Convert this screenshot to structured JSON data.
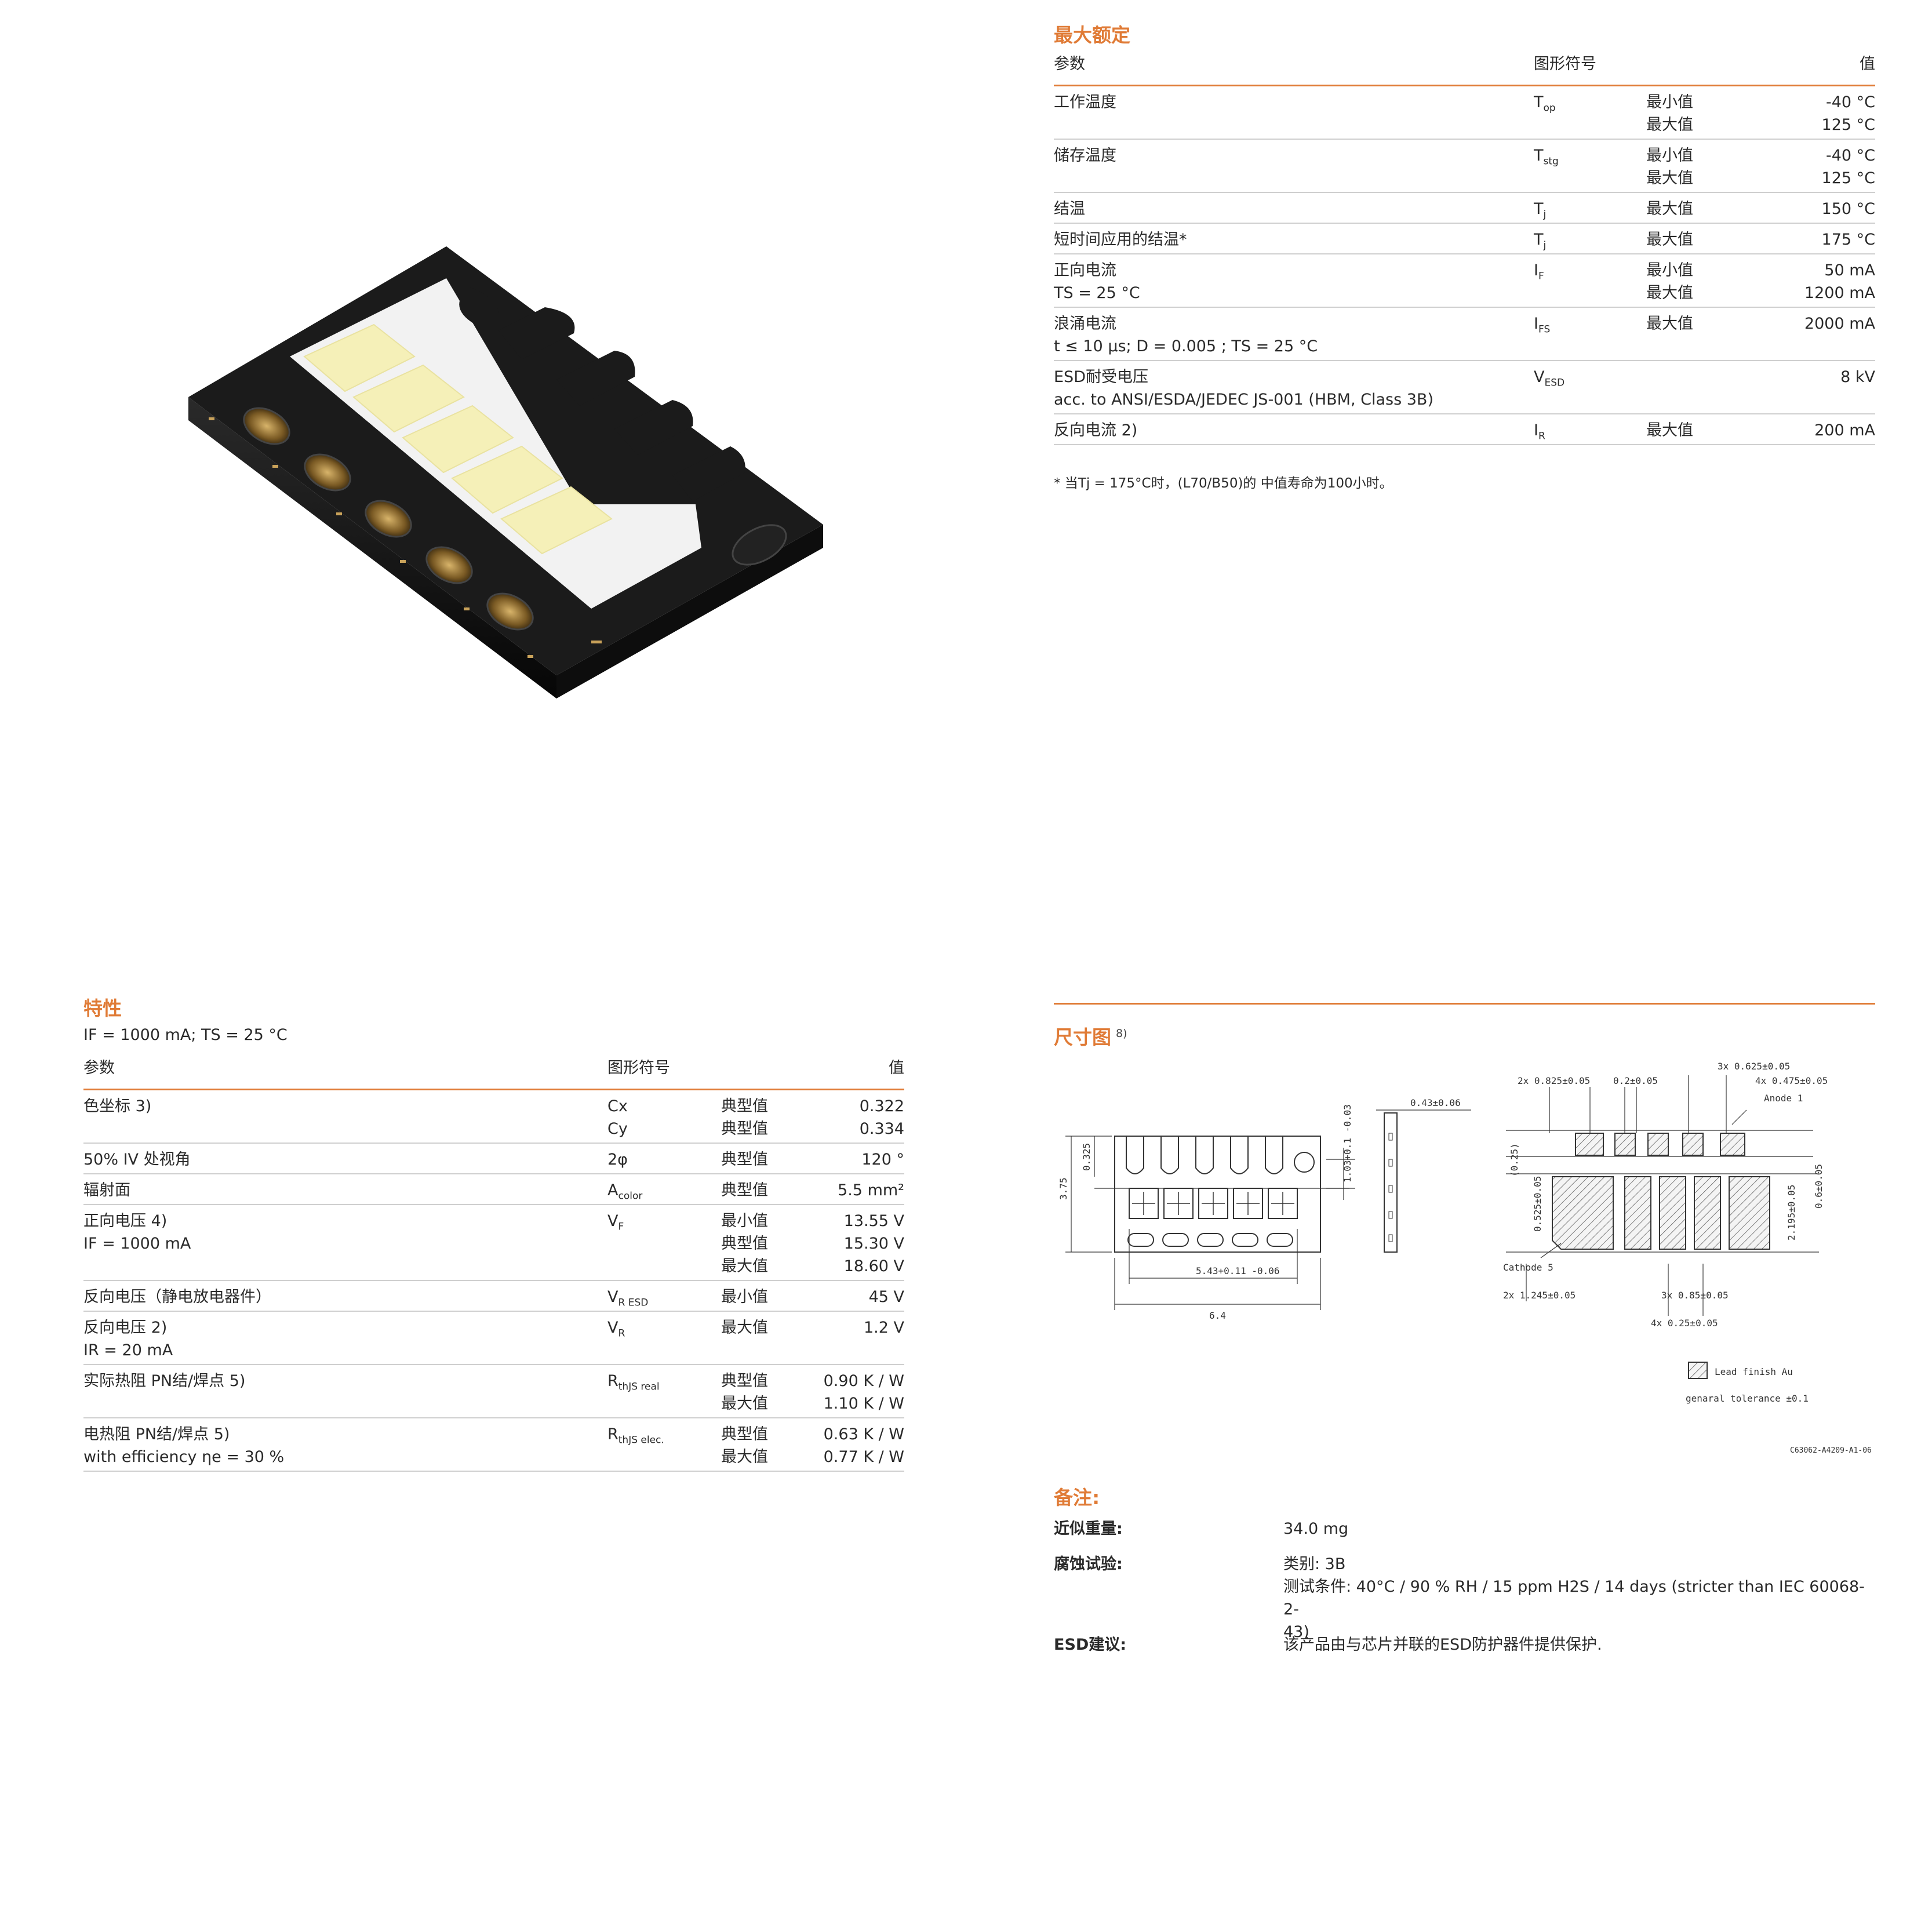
{
  "max_ratings": {
    "title": "最大额定",
    "headers": {
      "param": "参数",
      "symbol": "图形符号",
      "value": "值"
    },
    "rows": [
      {
        "param": [
          "工作温度"
        ],
        "symbol": "T",
        "symbol_sub": "op",
        "qual": [
          "最小值",
          "最大值"
        ],
        "value": [
          "-40 °C",
          "125 °C"
        ]
      },
      {
        "param": [
          "储存温度"
        ],
        "symbol": "T",
        "symbol_sub": "stg",
        "qual": [
          "最小值",
          "最大值"
        ],
        "value": [
          "-40 °C",
          "125 °C"
        ]
      },
      {
        "param": [
          "结温"
        ],
        "symbol": "T",
        "symbol_sub": "j",
        "qual": [
          "最大值"
        ],
        "value": [
          "150 °C"
        ]
      },
      {
        "param": [
          "短时间应用的结温*"
        ],
        "symbol": "T",
        "symbol_sub": "j",
        "qual": [
          "最大值"
        ],
        "value": [
          "175 °C"
        ]
      },
      {
        "param": [
          "正向电流",
          "TS = 25 °C"
        ],
        "symbol": "I",
        "symbol_sub": "F",
        "qual": [
          "最小值",
          "最大值"
        ],
        "value": [
          "50 mA",
          "1200 mA"
        ]
      },
      {
        "param": [
          "浪涌电流",
          "t ≤ 10 μs; D = 0.005 ; TS = 25 °C"
        ],
        "symbol": "I",
        "symbol_sub": "FS",
        "qual": [
          "最大值"
        ],
        "value": [
          "2000 mA"
        ]
      },
      {
        "param": [
          "ESD耐受电压",
          "acc. to ANSI/ESDA/JEDEC JS-001 (HBM, Class 3B)"
        ],
        "symbol": "V",
        "symbol_sub": "ESD",
        "qual": [],
        "value": [
          "8 kV"
        ]
      },
      {
        "param": [
          "反向电流 2)"
        ],
        "symbol": "I",
        "symbol_sub": "R",
        "qual": [
          "最大值"
        ],
        "value": [
          "200 mA"
        ]
      }
    ],
    "footnote": "* 当Tj = 175°C时，(L70/B50)的 中值寿命为100小时。"
  },
  "characteristics": {
    "title": "特性",
    "condition": "IF = 1000 mA; TS = 25 °C",
    "headers": {
      "param": "参数",
      "symbol": "图形符号",
      "value": "值"
    },
    "rows": [
      {
        "param": [
          "色坐标 3)"
        ],
        "symbol": [
          "Cx",
          "Cy"
        ],
        "symbol_sub": "",
        "qual": [
          "典型值",
          "典型值"
        ],
        "value": [
          "0.322",
          "0.334"
        ]
      },
      {
        "param": [
          "50% IV 处视角"
        ],
        "symbol": [
          "2φ"
        ],
        "symbol_sub": "",
        "qual": [
          "典型值"
        ],
        "value": [
          "120 °"
        ]
      },
      {
        "param": [
          "辐射面"
        ],
        "symbol": [
          "A"
        ],
        "symbol_sub": "color",
        "qual": [
          "典型值"
        ],
        "value": [
          "5.5 mm²"
        ]
      },
      {
        "param": [
          "正向电压 4)",
          "IF = 1000 mA"
        ],
        "symbol": [
          "V"
        ],
        "symbol_sub": "F",
        "qual": [
          "最小值",
          "典型值",
          "最大值"
        ],
        "value": [
          "13.55 V",
          "15.30 V",
          "18.60 V"
        ]
      },
      {
        "param": [
          "反向电压（静电放电器件）"
        ],
        "symbol": [
          "V"
        ],
        "symbol_sub": "R ESD",
        "qual": [
          "最小值"
        ],
        "value": [
          "45 V"
        ]
      },
      {
        "param": [
          "反向电压 2)",
          "IR = 20 mA"
        ],
        "symbol": [
          "V"
        ],
        "symbol_sub": "R",
        "qual": [
          "最大值"
        ],
        "value": [
          "1.2 V"
        ]
      },
      {
        "param": [
          "实际热阻 PN结/焊点 5)"
        ],
        "symbol": [
          "R"
        ],
        "symbol_sub": "thJS real",
        "qual": [
          "典型值",
          "最大值"
        ],
        "value": [
          "0.90 K / W",
          "1.10 K / W"
        ]
      },
      {
        "param": [
          "电热阻 PN结/焊点 5)",
          "with efficiency ηe = 30 %"
        ],
        "symbol": [
          "R"
        ],
        "symbol_sub": "thJS elec.",
        "qual": [
          "典型值",
          "最大值"
        ],
        "value": [
          "0.63 K / W",
          "0.77 K / W"
        ]
      }
    ]
  },
  "dimensions": {
    "title": "尺寸图",
    "title_note": "8)",
    "labels": {
      "d375": "3.75",
      "d0325": "0.325",
      "d103": "1.03+0.1 -0.03",
      "d543": "5.43+0.11 -0.06",
      "d64": "6.4",
      "d043": "0.43±0.06",
      "d2x0825": "2x 0.825±0.05",
      "d02": "0.2±0.05",
      "d3x0625": "3x 0.625±0.05",
      "d4x0475": "4x 0.475±0.05",
      "anode": "Anode 1",
      "cathode": "Cathode 5",
      "d025": "(0.25)",
      "d0525": "0.525±0.05",
      "d2195": "2.195±0.05",
      "d06": "0.6±0.05",
      "d2x1245": "2x 1.245±0.05",
      "d3x085": "3x 0.85±0.05",
      "d4x025": "4x 0.25±0.05"
    },
    "legend_lead": "Lead finish Au",
    "legend_tol": "genaral tolerance ±0.1",
    "drawing_id": "C63062-A4209-A1-06"
  },
  "notes": {
    "title": "备注:",
    "rows": [
      {
        "label": "近似重量:",
        "value": [
          "34.0 mg"
        ]
      },
      {
        "label": "腐蚀试验:",
        "value": [
          "类别: 3B",
          "测试条件: 40°C / 90 % RH / 15 ppm H2S / 14 days (stricter than IEC 60068-2-",
          "43)"
        ]
      },
      {
        "label": "ESD建议:",
        "value": [
          "该产品由与芯片并联的ESD防护器件提供保护."
        ]
      }
    ]
  },
  "colors": {
    "accent": "#e07b36",
    "rule": "#cfcfcf",
    "led": "#f5f0b8",
    "package": "#141414"
  }
}
